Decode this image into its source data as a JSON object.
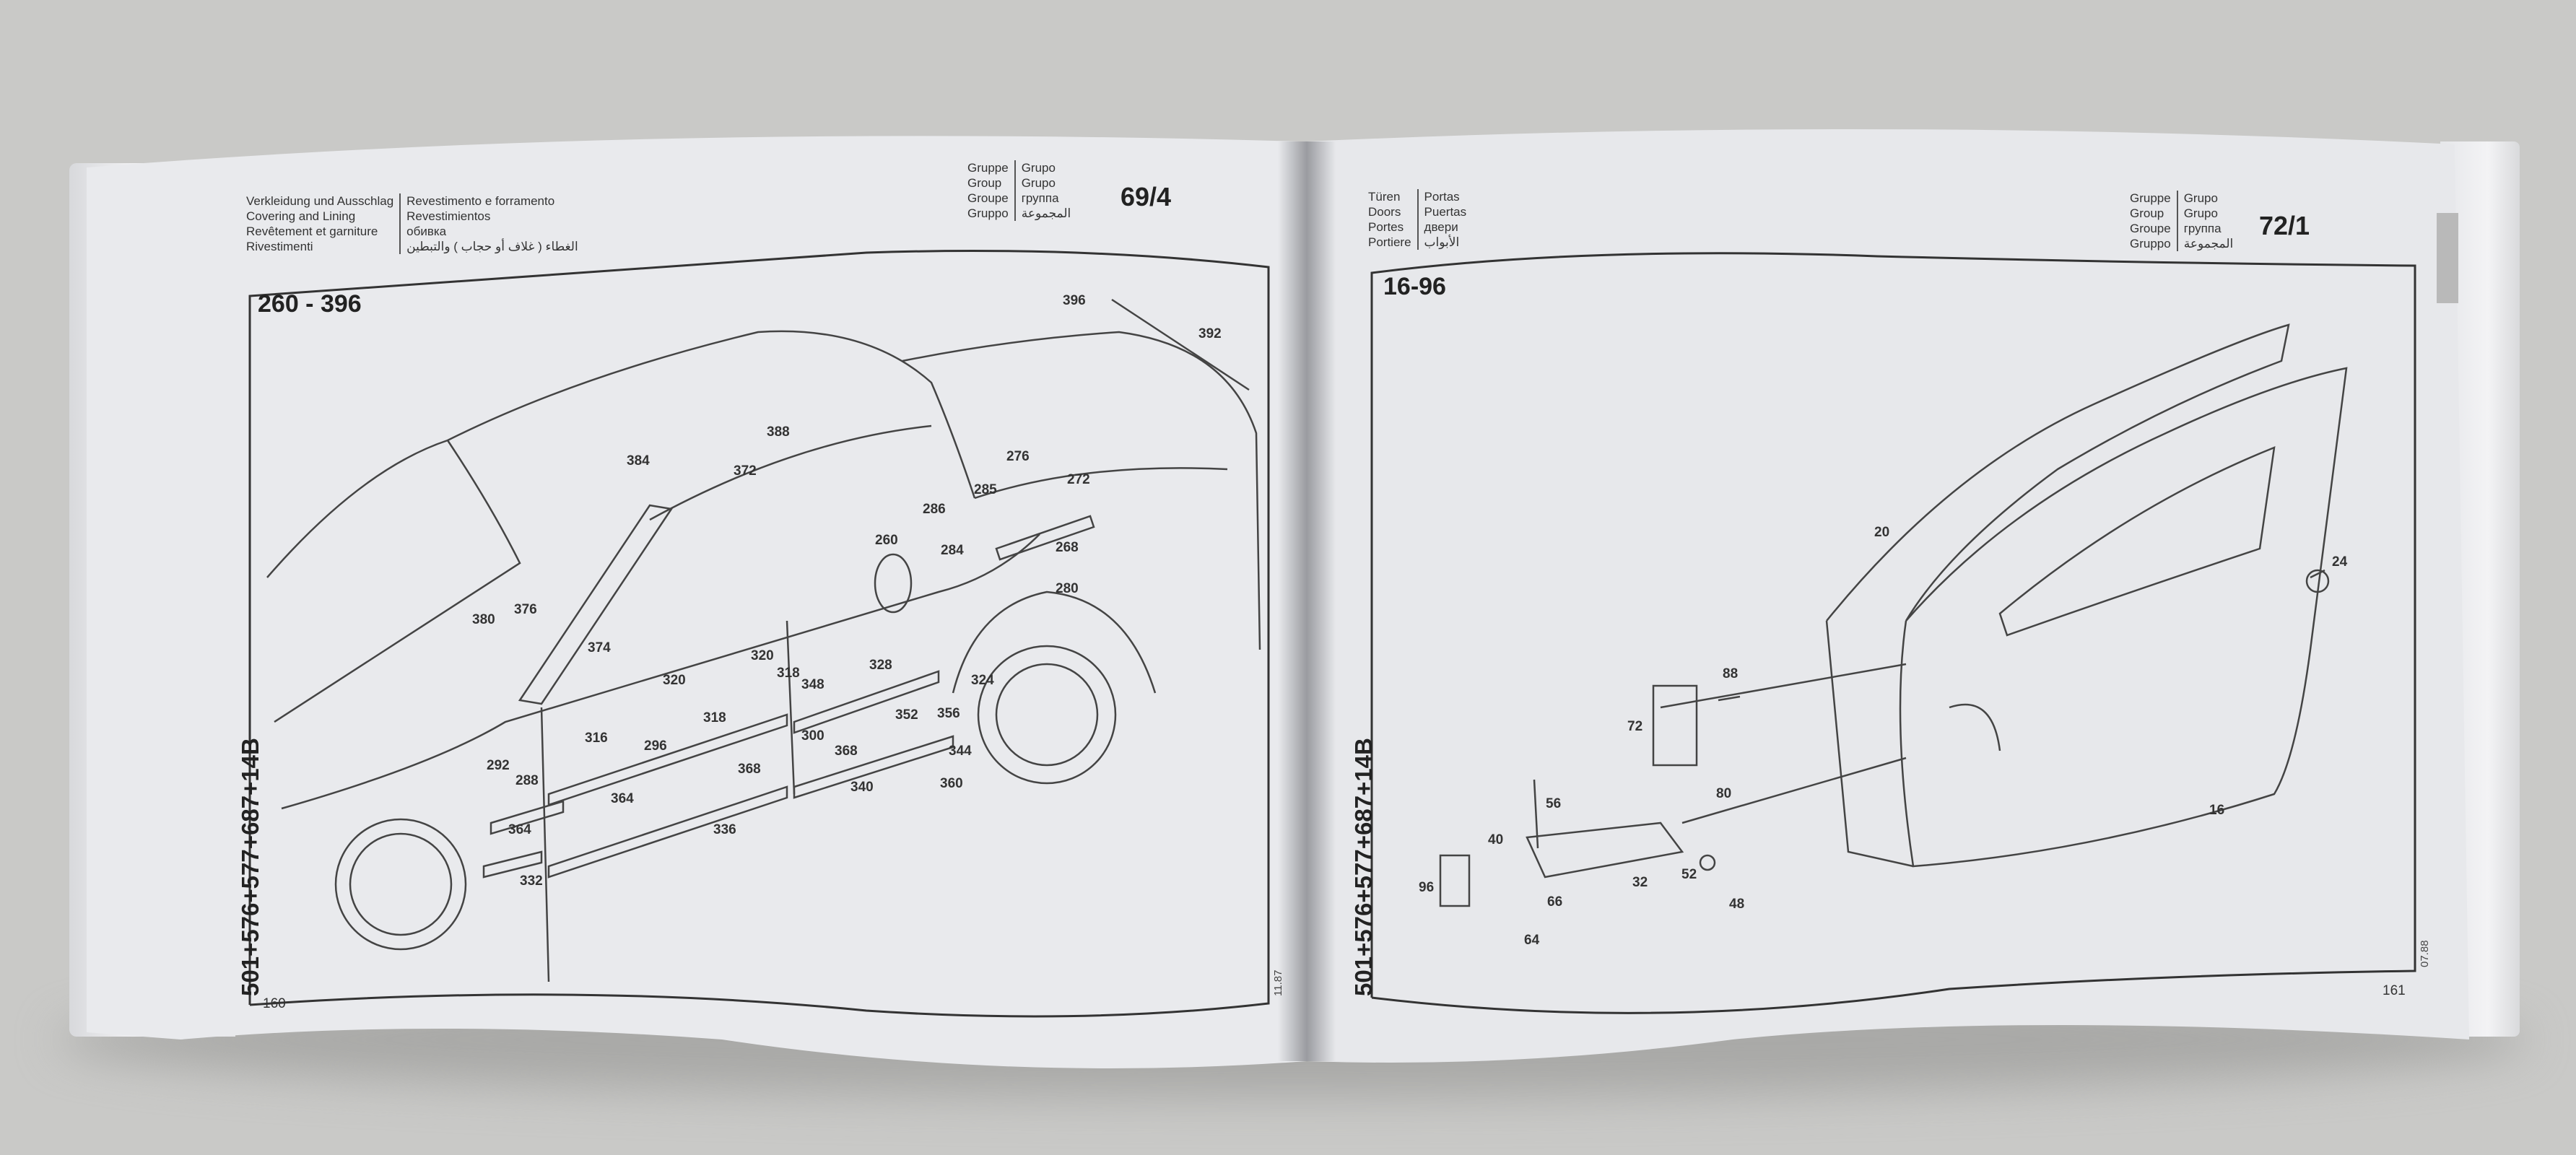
{
  "left_page": {
    "title_de": "Verkleidung und Ausschlag",
    "title_en": "Covering and Lining",
    "title_fr": "Revêtement et garniture",
    "title_it": "Rivestimenti",
    "title_pt": "Revestimento e forramento",
    "title_es": "Revestimientos",
    "title_ru": "обивка",
    "title_ar": "الغطاء ( غلاف أو حجاب ) والتبطين",
    "group_labels": [
      "Gruppe",
      "Group",
      "Groupe",
      "Gruppo"
    ],
    "group_labels2": [
      "Grupo",
      "Grupo",
      "группа",
      "المجموعة"
    ],
    "group_number": "69/4",
    "range": "260 - 396",
    "models": "501+576+577+687+14B",
    "page_number": "160",
    "edition": "11.87",
    "callouts": [
      "396",
      "392",
      "384",
      "388",
      "372",
      "276",
      "272",
      "285",
      "286",
      "260",
      "284",
      "268",
      "280",
      "380",
      "376",
      "374",
      "320",
      "320",
      "318",
      "318",
      "348",
      "328",
      "324",
      "352",
      "356",
      "316",
      "296",
      "300",
      "368",
      "368",
      "344",
      "292",
      "288",
      "364",
      "340",
      "360",
      "336",
      "364",
      "332"
    ]
  },
  "right_page": {
    "title_de": "Türen",
    "title_en": "Doors",
    "title_fr": "Portes",
    "title_it": "Portiere",
    "title_pt": "Portas",
    "title_es": "Puertas",
    "title_ru": "двери",
    "title_ar": "الأبواب",
    "group_labels": [
      "Gruppe",
      "Group",
      "Groupe",
      "Gruppo"
    ],
    "group_labels2": [
      "Grupo",
      "Grupo",
      "группа",
      "المجموعة"
    ],
    "group_number": "72/1",
    "range": "16-96",
    "models": "501+576+577+687+14B",
    "page_number": "161",
    "edition": "07.88",
    "callouts": [
      "20",
      "24",
      "88",
      "72",
      "80",
      "16",
      "56",
      "40",
      "96",
      "66",
      "32",
      "52",
      "48",
      "64"
    ]
  }
}
